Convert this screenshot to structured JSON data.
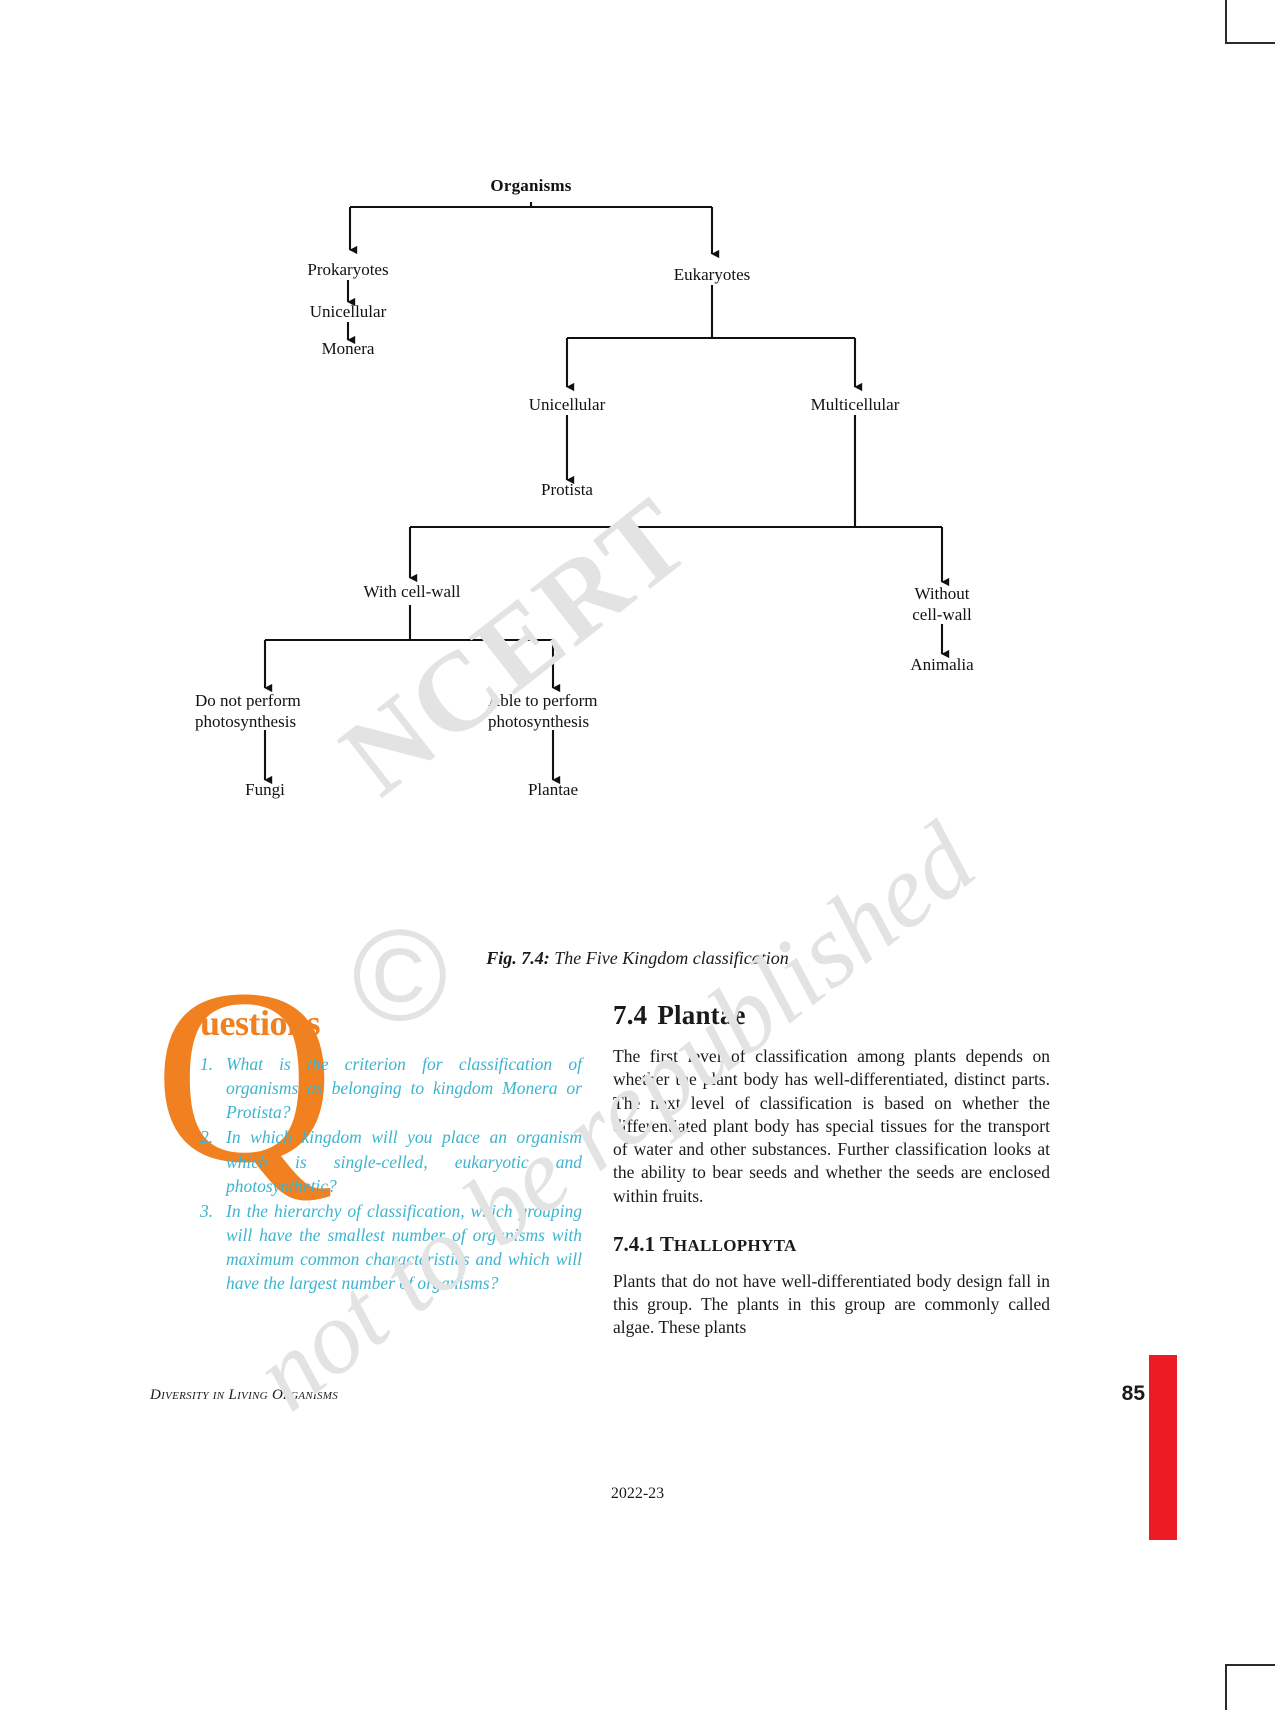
{
  "figure": {
    "caption_number": "Fig. 7.4:",
    "caption_text": " The Five Kingdom classification",
    "nodes": {
      "organisms": "Organisms",
      "prokaryotes": "Prokaryotes",
      "eukaryotes": "Eukaryotes",
      "unicellular_prok": "Unicellular",
      "monera": "Monera",
      "unicellular_euk": "Unicellular",
      "multicellular": "Multicellular",
      "protista": "Protista",
      "with_cell_wall": "With cell-wall",
      "without_cell_wall": "Without\ncell-wall",
      "animalia": "Animalia",
      "no_photosynthesis": "Do not perform\nphotosynthesis",
      "yes_photosynthesis": "Able to perform\nphotosynthesis",
      "fungi": "Fungi",
      "plantae": "Plantae"
    }
  },
  "questions": {
    "decorative_letter": "Q",
    "heading_rest": "uestions",
    "items": [
      "What is the criterion for classification of organisms as belonging to kingdom Monera or Protista?",
      "In which kingdom will you place an organism which is single-celled, eukaryotic and photosynthetic?",
      "In the hierarchy of classification, which grouping will have the smallest number of organisms with maximum common characteristics and which will have the largest number of organisms?"
    ]
  },
  "section": {
    "number": "7.4",
    "title": "Plantae",
    "paragraph": "The first level of classification among plants depends on whether the plant body has well-differentiated, distinct parts. The next level of classification is based on whether the differentiated plant body has special tissues for the transport of water and other substances. Further classification looks at the ability to bear seeds and whether the seeds are enclosed within fruits.",
    "subsection_number": "7.4.1",
    "subsection_title_first": "T",
    "subsection_title_rest": "HALLOPHYTA",
    "subsection_paragraph": "Plants that do not have well-differentiated body design fall in this group.  The plants in this group are commonly called algae. These plants"
  },
  "footer": {
    "chapter_title": "Diversity in Living Organisms",
    "page_number": "85",
    "year": "2022-23"
  },
  "watermark": {
    "ncert": "NCERT",
    "republished": "not to be republished",
    "copyright": "©"
  },
  "colors": {
    "question_accent": "#f08020",
    "question_text": "#3cb4cf",
    "red_tab": "#ed1c24",
    "watermark": "#e3e3e3"
  }
}
